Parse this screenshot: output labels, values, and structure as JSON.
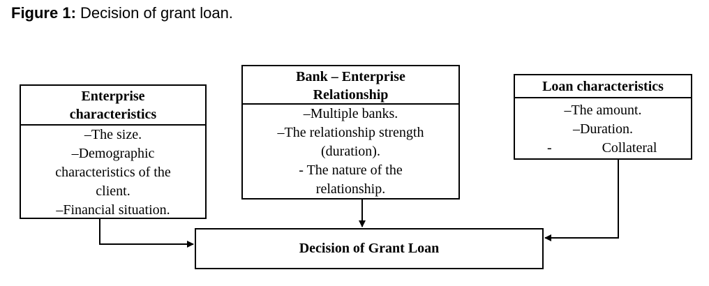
{
  "caption": {
    "label": "Figure 1:",
    "text": " Decision of grant loan."
  },
  "boxes": {
    "enterprise": {
      "title_line1": "Enterprise",
      "title_line2": "characteristics",
      "lines": [
        "–The size.",
        "–Demographic",
        "characteristics of the",
        "client.",
        "–Financial situation."
      ]
    },
    "bank": {
      "title_line1": "Bank – Enterprise",
      "title_line2": "Relationship",
      "lines": [
        "–Multiple banks.",
        "–The relationship strength",
        "(duration).",
        "- The nature of the",
        "relationship."
      ]
    },
    "loan": {
      "title": "Loan characteristics",
      "lines": [
        "–The amount.",
        "–Duration."
      ],
      "last_dash": "-",
      "last_text": "Collateral"
    },
    "decision": {
      "title": "Decision of Grant Loan"
    }
  }
}
